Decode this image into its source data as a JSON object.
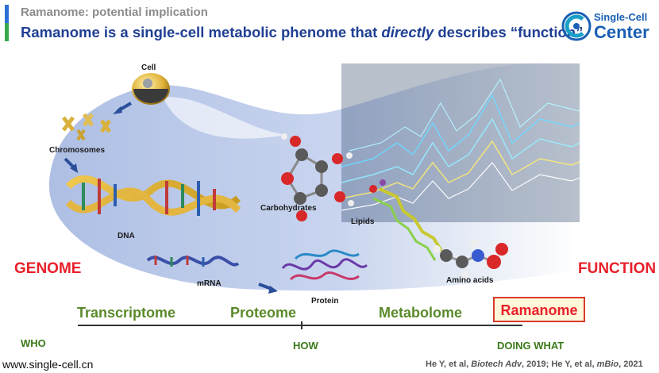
{
  "header": {
    "subtitle": "Ramanome: potential implication",
    "title_part1": "Ramanome is a single-cell metabolic phenome that ",
    "title_emphasis": "directly",
    "title_part2": " describes “function”"
  },
  "logo": {
    "line1": "Single-Cell",
    "line2": "Center"
  },
  "diagram": {
    "cell_label": "Cell",
    "chromosomes_label": "Chromosomes",
    "dna_label": "DNA",
    "mrna_label": "mRNA",
    "protein_label": "Protein",
    "carbohydrates_label": "Carbohydrates",
    "lipids_label": "Lipids",
    "amino_acids_label": "Amino acids"
  },
  "axis": {
    "genome": "GENOME",
    "function": "FUNCTION",
    "transcriptome": "Transcriptome",
    "proteome": "Proteome",
    "metabolome": "Metabolome",
    "ramanome": "Ramanome",
    "who": "WHO",
    "how": "HOW",
    "doing_what": "DOING WHAT"
  },
  "footer": {
    "website": "www.single-cell.cn",
    "citation_part1": "He Y, et al, ",
    "citation_journal1": "Biotech Adv",
    "citation_part2": ", 2019; He Y, et al, ",
    "citation_journal2": "mBio",
    "citation_part3": ", 2021"
  },
  "colors": {
    "title": "#1f3f95",
    "subtitle": "#8c8c8c",
    "red": "#e8202a",
    "green": "#5a8a2a"
  }
}
